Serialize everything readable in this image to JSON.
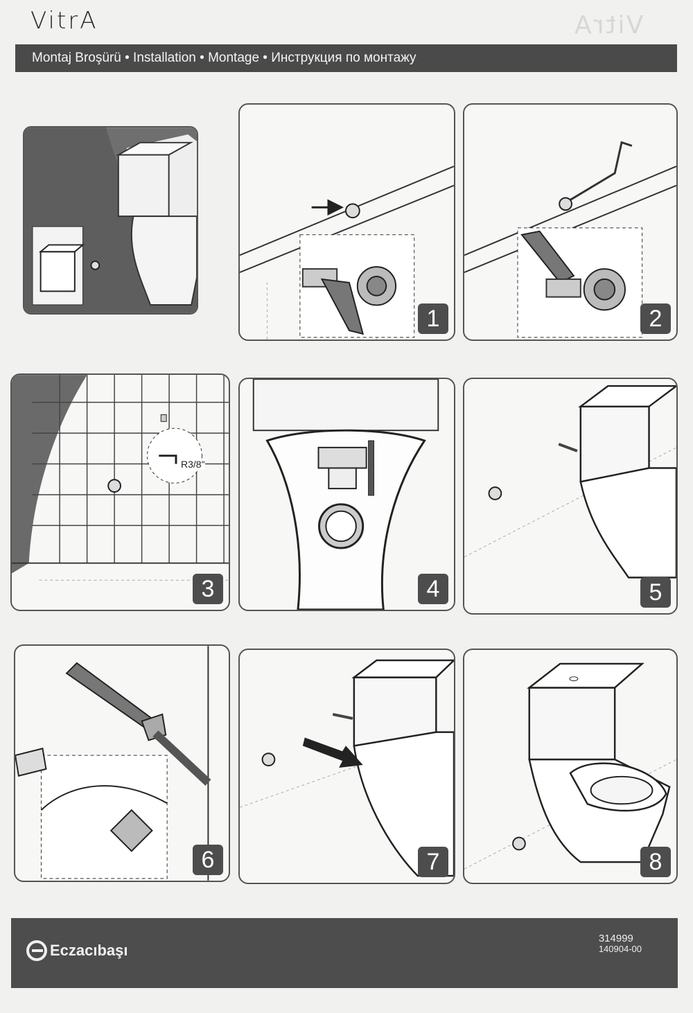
{
  "header": {
    "logo": "VitrA",
    "title": "Montaj Broşürü • Installation • Montage • Инструкция по монтажу"
  },
  "panels": [
    {
      "id": "overview",
      "step": ""
    },
    {
      "id": "step-1",
      "step": "1"
    },
    {
      "id": "step-2",
      "step": "2"
    },
    {
      "id": "step-3",
      "step": "3",
      "label": "R3/8\""
    },
    {
      "id": "step-4",
      "step": "4"
    },
    {
      "id": "step-5",
      "step": "5"
    },
    {
      "id": "step-6",
      "step": "6"
    },
    {
      "id": "step-7",
      "step": "7"
    },
    {
      "id": "step-8",
      "step": "8"
    }
  ],
  "footer": {
    "brand": "Eczacıbaşı",
    "code": "314999",
    "date_code": "140904-00"
  }
}
